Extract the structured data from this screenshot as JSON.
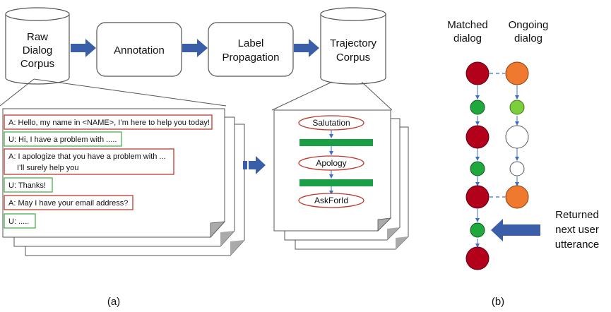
{
  "pipeline": {
    "raw_corpus": [
      "Raw",
      "Dialog",
      "Corpus"
    ],
    "annotation": "Annotation",
    "label_propagation": [
      "Label",
      "Propagation"
    ],
    "trajectory_corpus": [
      "Trajectory",
      "Corpus"
    ]
  },
  "dialog_lines": [
    {
      "speaker": "A",
      "text": "A: Hello, my name in <NAME>, I’m here to help you today!"
    },
    {
      "speaker": "U",
      "text": "U: Hi, I have a problem with ....."
    },
    {
      "speaker": "A",
      "text": "A: I apologize that you have a problem with ...",
      "text2": "I’ll surely help you"
    },
    {
      "speaker": "U",
      "text": "U: Thanks!"
    },
    {
      "speaker": "A",
      "text": "A: May I have your email address?"
    },
    {
      "speaker": "U",
      "text": "U: ....."
    }
  ],
  "trajectory_labels": [
    "Salutation",
    "Apology",
    "AskForId"
  ],
  "panel_b": {
    "matched": [
      "Matched",
      "dialog"
    ],
    "ongoing": [
      "Ongoing",
      "dialog"
    ],
    "returned": [
      "Returned",
      "next user",
      "utterance"
    ]
  },
  "captions": {
    "a": "(a)",
    "b": "(b)"
  },
  "colors": {
    "agent_border": "#c0392b",
    "user_border": "#4caf50",
    "arrow_blue": "#3a5fa8",
    "node_red": "#b3001b",
    "node_green": "#1fa83c",
    "node_orange": "#ef7a2f",
    "node_lightgreen": "#7ccf3c",
    "label_ellipse": "#c0392b",
    "bar_green": "#1a9e46"
  }
}
